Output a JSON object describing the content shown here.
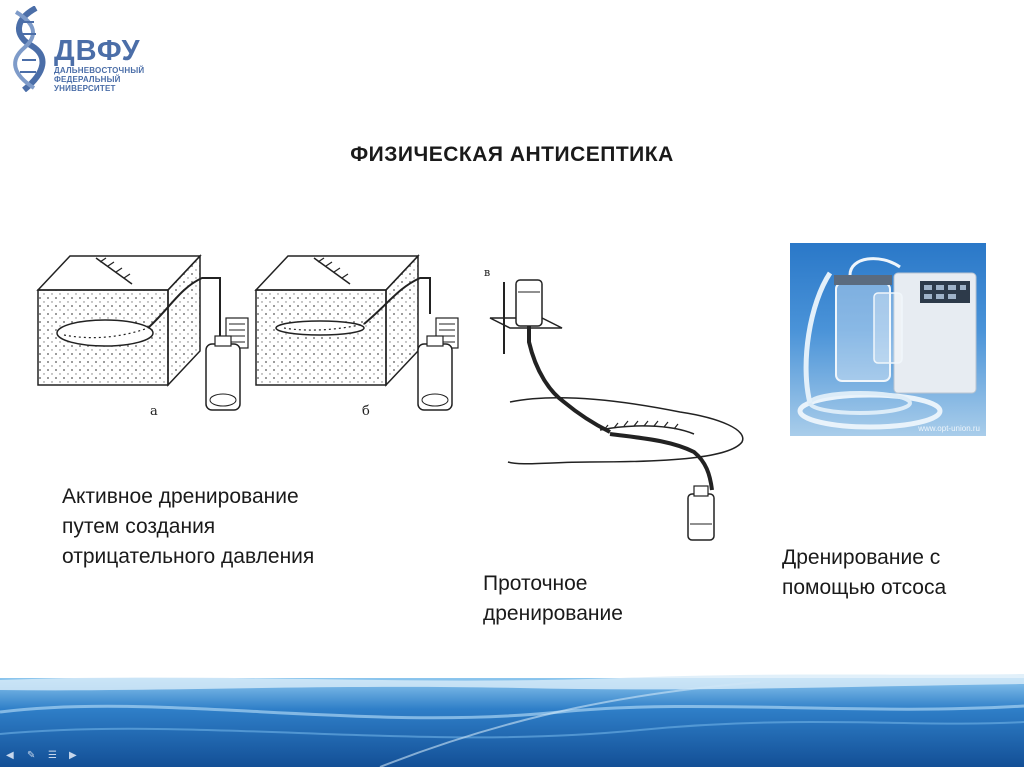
{
  "logo": {
    "main": "ДВФУ",
    "sub_lines": [
      "ДАЛЬНЕВОСТОЧНЫЙ",
      "ФЕДЕРАЛЬНЫЙ",
      "УНИВЕРСИТЕТ"
    ]
  },
  "slide": {
    "title": "ФИЗИЧЕСКАЯ АНТИСЕПТИКА"
  },
  "figures": {
    "left": {
      "label_a": "а",
      "label_b": "б"
    },
    "middle": {
      "label": "в"
    },
    "photo": {
      "watermark": "www.opt-union.ru"
    }
  },
  "captions": {
    "active": "Активное дренирование путем создания отрицательного давления",
    "flow": "Проточное дренирование",
    "suction": "Дренирование с помощью отсоса"
  },
  "colors": {
    "logo": "#4b6ea8",
    "footer_dark": "#1c5fa8",
    "footer_light": "#6fb3e6"
  },
  "nav_icons": [
    "prev-icon",
    "edit-icon",
    "menu-icon",
    "next-icon"
  ]
}
